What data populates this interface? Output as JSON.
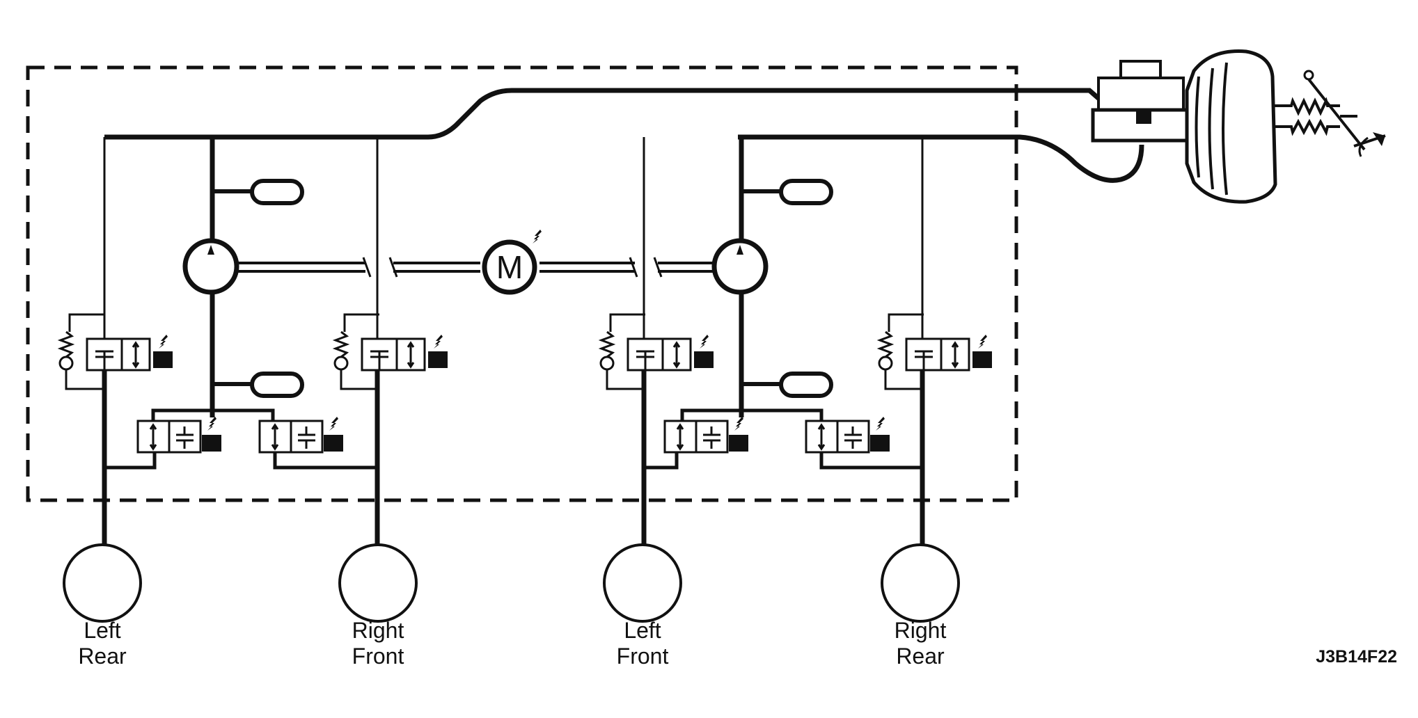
{
  "motor": {
    "label": "M"
  },
  "wheels": [
    {
      "line1": "Left",
      "line2": "Rear"
    },
    {
      "line1": "Right",
      "line2": "Front"
    },
    {
      "line1": "Left",
      "line2": "Front"
    },
    {
      "line1": "Right",
      "line2": "Rear"
    }
  ],
  "figure_code": "J3B14F22",
  "colors": {
    "line": "#111111",
    "background": "#ffffff"
  }
}
